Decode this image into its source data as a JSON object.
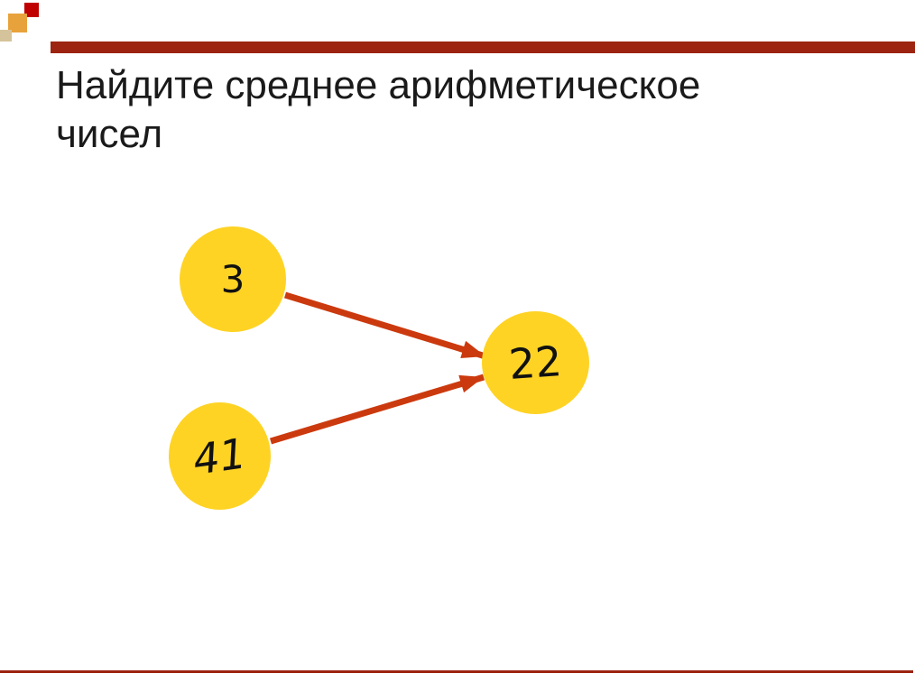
{
  "slide": {
    "title": "Найдите среднее арифметическое чисел",
    "title_lines": [
      "Найдите среднее арифметическое",
      "чисел"
    ]
  },
  "diagram": {
    "nodes": [
      {
        "label": "3"
      },
      {
        "label": "41"
      },
      {
        "label": "22"
      }
    ],
    "edges": [
      {
        "from": "3",
        "to": "22"
      },
      {
        "from": "41",
        "to": "22"
      }
    ]
  },
  "colors": {
    "accent_bar": "#9c2410",
    "bottom_line": "#9c2410",
    "arrow": "#cb3a0e",
    "node_fill": "#ffd324",
    "title_text": "#1a1a1a",
    "ornament_red": "#c00000",
    "ornament_orange": "#e8a23b",
    "ornament_tan": "#d5c49b"
  }
}
